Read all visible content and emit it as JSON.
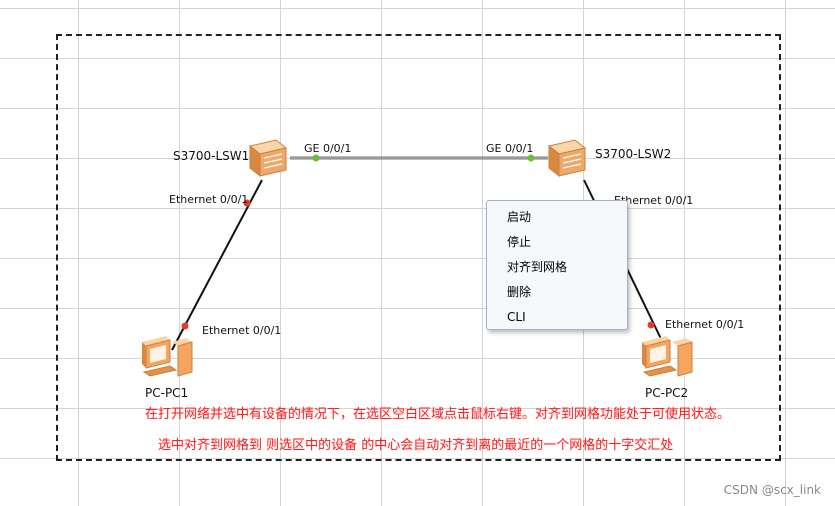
{
  "topology": {
    "switches": [
      {
        "name": "S3700-LSW1",
        "port": "GE 0/0/1",
        "down_port": "Ethernet 0/0/1"
      },
      {
        "name": "S3700-LSW2",
        "port": "GE 0/0/1",
        "down_port": "Ethernet 0/0/1"
      }
    ],
    "pcs": [
      {
        "name": "PC-PC1",
        "port": "Ethernet 0/0/1"
      },
      {
        "name": "PC-PC2",
        "port": "Ethernet 0/0/1"
      }
    ]
  },
  "context_menu": {
    "items": [
      "启动",
      "停止",
      "对齐到网格",
      "删除",
      "CLI"
    ]
  },
  "annotations": {
    "line1": "在打开网络并选中有设备的情况下，在选区空白区域点击鼠标右键。对齐到网格功能处于可使用状态。",
    "line2": "选中对齐到网格到 则选区中的设备 的中心会自动对齐到离的最近的一个网格的十字交汇处"
  },
  "watermark": "CSDN @scx_link",
  "colors": {
    "link_up": "#6abe3c",
    "link_down": "#e63a2e",
    "annotation_text": "#ff1f1f",
    "switch_body": "#f0a869",
    "pc_body": "#f6a560"
  }
}
